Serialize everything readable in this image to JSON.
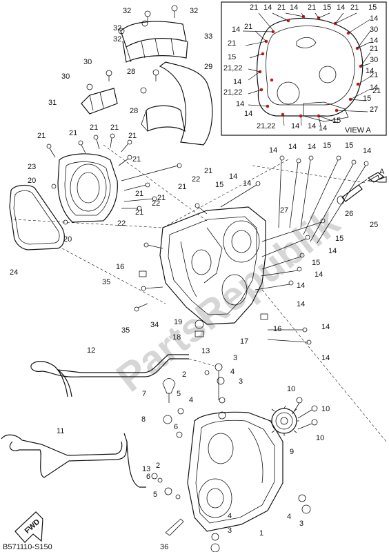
{
  "diagram": {
    "code": "B571110-S150",
    "view_label": "VIEW A",
    "arrow_label": "A",
    "fwd_label": "FWD",
    "watermark": "PartsRepublik",
    "colors": {
      "ink": "#111111",
      "watermark": "#cfcfcf",
      "dot": "#c81e1e"
    },
    "callouts": [
      {
        "text": "32"
      },
      {
        "text": "32"
      },
      {
        "text": "32"
      },
      {
        "text": "32"
      },
      {
        "text": "33"
      },
      {
        "text": "30"
      },
      {
        "text": "30"
      },
      {
        "text": "28"
      },
      {
        "text": "28"
      },
      {
        "text": "29"
      },
      {
        "text": "31"
      },
      {
        "text": "21"
      },
      {
        "text": "21"
      },
      {
        "text": "21"
      },
      {
        "text": "21"
      },
      {
        "text": "21"
      },
      {
        "text": "21"
      },
      {
        "text": "21"
      },
      {
        "text": "21"
      },
      {
        "text": "21"
      },
      {
        "text": "21"
      },
      {
        "text": "21"
      },
      {
        "text": "23"
      },
      {
        "text": "20"
      },
      {
        "text": "20"
      },
      {
        "text": "22"
      },
      {
        "text": "22"
      },
      {
        "text": "22"
      },
      {
        "text": "24"
      },
      {
        "text": "14"
      },
      {
        "text": "14"
      },
      {
        "text": "14"
      },
      {
        "text": "15"
      },
      {
        "text": "15"
      },
      {
        "text": "14"
      },
      {
        "text": "15"
      },
      {
        "text": "14"
      },
      {
        "text": "14"
      },
      {
        "text": "27"
      },
      {
        "text": "26"
      },
      {
        "text": "25"
      },
      {
        "text": "15"
      },
      {
        "text": "14"
      },
      {
        "text": "15"
      },
      {
        "text": "14"
      },
      {
        "text": "14"
      },
      {
        "text": "14"
      },
      {
        "text": "16"
      },
      {
        "text": "16"
      },
      {
        "text": "35"
      },
      {
        "text": "35"
      },
      {
        "text": "34"
      },
      {
        "text": "19"
      },
      {
        "text": "18"
      },
      {
        "text": "17"
      },
      {
        "text": "14"
      },
      {
        "text": "14"
      },
      {
        "text": "12"
      },
      {
        "text": "13"
      },
      {
        "text": "2"
      },
      {
        "text": "3"
      },
      {
        "text": "4"
      },
      {
        "text": "3"
      },
      {
        "text": "4"
      },
      {
        "text": "7"
      },
      {
        "text": "5"
      },
      {
        "text": "8"
      },
      {
        "text": "6"
      },
      {
        "text": "10"
      },
      {
        "text": "10"
      },
      {
        "text": "10"
      },
      {
        "text": "9"
      },
      {
        "text": "11"
      },
      {
        "text": "13"
      },
      {
        "text": "2"
      },
      {
        "text": "6"
      },
      {
        "text": "5"
      },
      {
        "text": "1"
      },
      {
        "text": "4"
      },
      {
        "text": "3"
      },
      {
        "text": "4"
      },
      {
        "text": "3"
      },
      {
        "text": "36"
      }
    ],
    "view_callouts": [
      {
        "text": "21"
      },
      {
        "text": "14"
      },
      {
        "text": "21"
      },
      {
        "text": "14"
      },
      {
        "text": "21"
      },
      {
        "text": "15"
      },
      {
        "text": "14"
      },
      {
        "text": "21"
      },
      {
        "text": "15"
      },
      {
        "text": "14"
      },
      {
        "text": "14"
      },
      {
        "text": "21"
      },
      {
        "text": "30"
      },
      {
        "text": "14"
      },
      {
        "text": "21"
      },
      {
        "text": "21"
      },
      {
        "text": "30"
      },
      {
        "text": "15"
      },
      {
        "text": "14"
      },
      {
        "text": "21,22"
      },
      {
        "text": "21"
      },
      {
        "text": "21,22"
      },
      {
        "text": "14"
      },
      {
        "text": "14"
      },
      {
        "text": "21"
      },
      {
        "text": "14"
      },
      {
        "text": "15"
      },
      {
        "text": "14"
      },
      {
        "text": "27"
      },
      {
        "text": "21,22"
      },
      {
        "text": "14"
      },
      {
        "text": "14"
      },
      {
        "text": "15"
      },
      {
        "text": "14"
      }
    ]
  }
}
